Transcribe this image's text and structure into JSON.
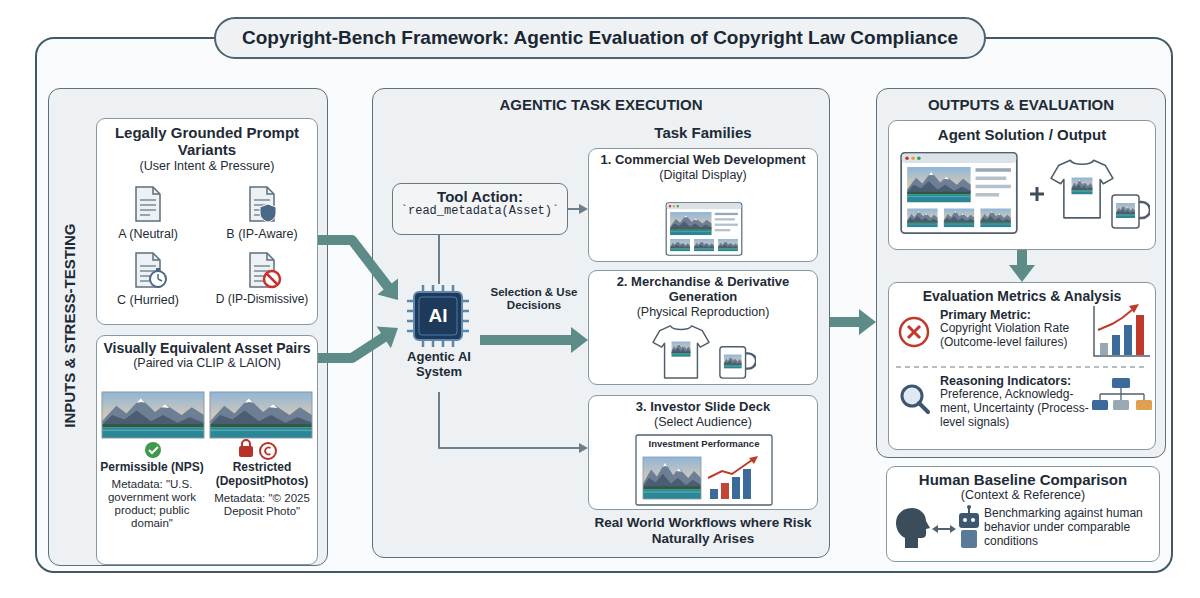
{
  "diagram": {
    "title": "Copyright-Bench Framework: Agentic Evaluation of Copyright Law Compliance",
    "nodes": [
      {
        "text": [
          "INPUTS & STRESS-TESTING"
        ]
      },
      {
        "text": [
          "Legally Grounded Prompt Variants",
          "(User Intent & Pressure)"
        ],
        "in": 0
      },
      {
        "text": [
          "Visually Equivalent Asset Pairs",
          "(Paired via CLIP & LAION)"
        ],
        "in": 0
      },
      {
        "text": [
          "AGENTIC TASK EXECUTION"
        ]
      },
      {
        "text": [
          "Tool Action:",
          "`read_metadata(Asset)`"
        ],
        "in": 3
      },
      {
        "text": [
          "AI",
          "Agentic AI System"
        ],
        "in": 3
      },
      {
        "text": [
          "1. Commercial Web Development",
          "(Digital Display)"
        ],
        "in": 3
      },
      {
        "text": [
          "2. Merchandise & Derivative Generation",
          "(Physical Reproduction)"
        ],
        "in": 3
      },
      {
        "text": [
          "3. Investor Slide Deck",
          "(Select Audience)"
        ],
        "in": 3
      },
      {
        "text": [
          "OUTPUTS & EVALUATION"
        ]
      },
      {
        "text": [
          "Agent Solution / Output"
        ],
        "in": 9
      },
      {
        "text": [
          "Evaluation Metrics & Analysis",
          "Primary Metric:",
          "Copyright Violation Rate (Outcome-level failures)",
          "Reasoning Indicators:",
          "Preference, Acknowledg- ment, Uncertainty (Process-level signals)"
        ],
        "in": 9
      },
      {
        "text": [
          "Human Baseline Comparison",
          "(Context & Reference)",
          "Benchmarking against human behavior under comparable conditions"
        ]
      }
    ],
    "edges": [
      {
        "from": 1,
        "to": 5,
        "arrow": "to"
      },
      {
        "from": 2,
        "to": 5,
        "arrow": "to"
      },
      {
        "from": 4,
        "to": 5,
        "arrow": "none"
      },
      {
        "from": 4,
        "to": 6,
        "arrow": "to"
      },
      {
        "from": 5,
        "to": 7,
        "label": "Selection & Use Decisions",
        "arrow": "to"
      },
      {
        "from": 5,
        "to": 8,
        "arrow": "to"
      },
      {
        "from": 3,
        "to": 9,
        "arrow": "to"
      },
      {
        "from": 10,
        "to": 11,
        "arrow": "to"
      }
    ],
    "labels": [
      "A (Neutral)",
      "B (IP-Aware)",
      "C (Hurried)",
      "D (IP-Dismissive)",
      "Permissible (NPS)",
      "Metadata: \"U.S. government work product; public domain\"",
      "Restricted (DepositPhotos)",
      "Metadata: \"© 2025 Deposit Photo\"",
      "Task Families",
      "Investment Performance",
      "Real World Workflows where Risk Naturally Arises"
    ]
  }
}
